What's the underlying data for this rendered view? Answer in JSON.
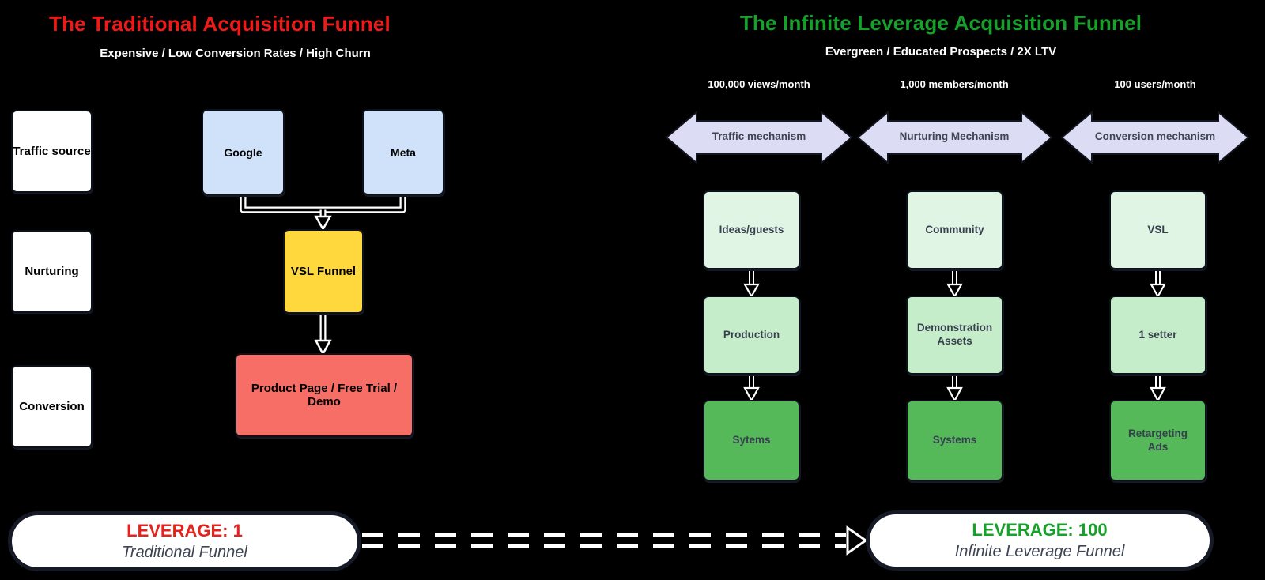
{
  "traditional": {
    "title": "The Traditional Acquisition Funnel",
    "subtitle": "Expensive / Low Conversion Rates / High Churn",
    "stages": [
      "Traffic source",
      "Nurturing",
      "Conversion"
    ],
    "sources": [
      "Google",
      "Meta"
    ],
    "middle_box": "VSL Funnel",
    "bottom_box": "Product Page / Free Trial / Demo",
    "leverage_title": "LEVERAGE: 1",
    "leverage_subtitle": "Traditional Funnel"
  },
  "infinite": {
    "title": "The Infinite Leverage Acquisition Funnel",
    "subtitle": "Evergreen / Educated Prospects / 2X LTV",
    "columns": [
      {
        "stat": "100,000 views/month",
        "mechanism": "Traffic mechanism",
        "boxes": [
          "Ideas/guests",
          "Production",
          "Sytems"
        ]
      },
      {
        "stat": "1,000 members/month",
        "mechanism": "Nurturing Mechanism",
        "boxes": [
          "Community",
          "Demonstration Assets",
          "Systems"
        ]
      },
      {
        "stat": "100 users/month",
        "mechanism": "Conversion mechanism",
        "boxes": [
          "VSL",
          "1 setter",
          "Retargeting Ads"
        ]
      }
    ],
    "leverage_title": "LEVERAGE: 100",
    "leverage_subtitle": "Infinite Leverage Funnel"
  },
  "colors": {
    "background": "#000000",
    "title_red": "#ef1a17",
    "title_green": "#17a12b",
    "source_blue": "#cfe2f9",
    "vsl_yellow": "#ffd83d",
    "conversion_red": "#f66e66",
    "stage_white": "#ffffff",
    "green_light": "#e0f5e3",
    "green_mid": "#c6edc9",
    "green_dark": "#55b95a",
    "mechanism_lavender": "#dcdcf5",
    "connector_white": "#ffffff"
  }
}
